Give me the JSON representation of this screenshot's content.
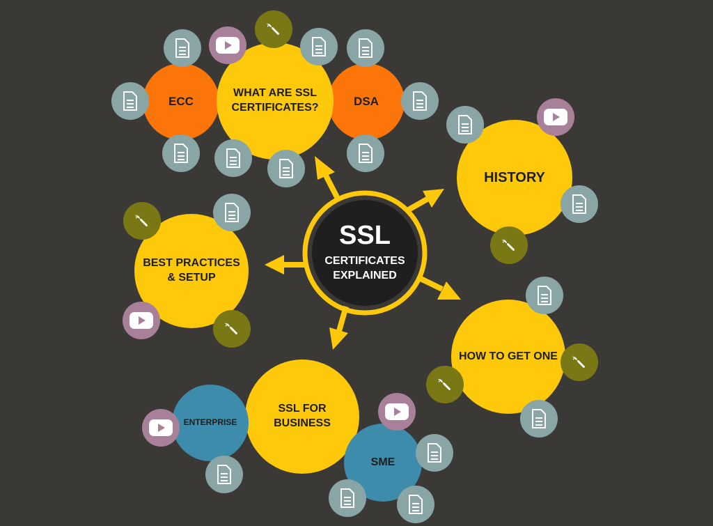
{
  "center": {
    "title": "SSL",
    "subtitle": "CERTIFICATES\nEXPLAINED"
  },
  "topics": {
    "what_are": "WHAT ARE SSL\nCERTIFICATES?",
    "ecc": "ECC",
    "dsa": "DSA",
    "history": "HISTORY",
    "best_practices": "BEST PRACTICES\n& SETUP",
    "how_to_get": "HOW TO GET ONE",
    "ssl_business": "SSL FOR\nBUSINESS",
    "enterprise": "ENTERPRISE",
    "sme": "SME"
  },
  "colors": {
    "background": "#3a3835",
    "topic": "#fec90a",
    "subtopic_orange": "#fb7509",
    "subtopic_blue": "#3d8cab",
    "document_badge": "#8aa5a6",
    "video_badge": "#a9809a",
    "tool_badge": "#7a7814",
    "center": "#1f1f1f"
  },
  "badge_icons": [
    "document-icon",
    "video-icon",
    "wrench-icon"
  ]
}
